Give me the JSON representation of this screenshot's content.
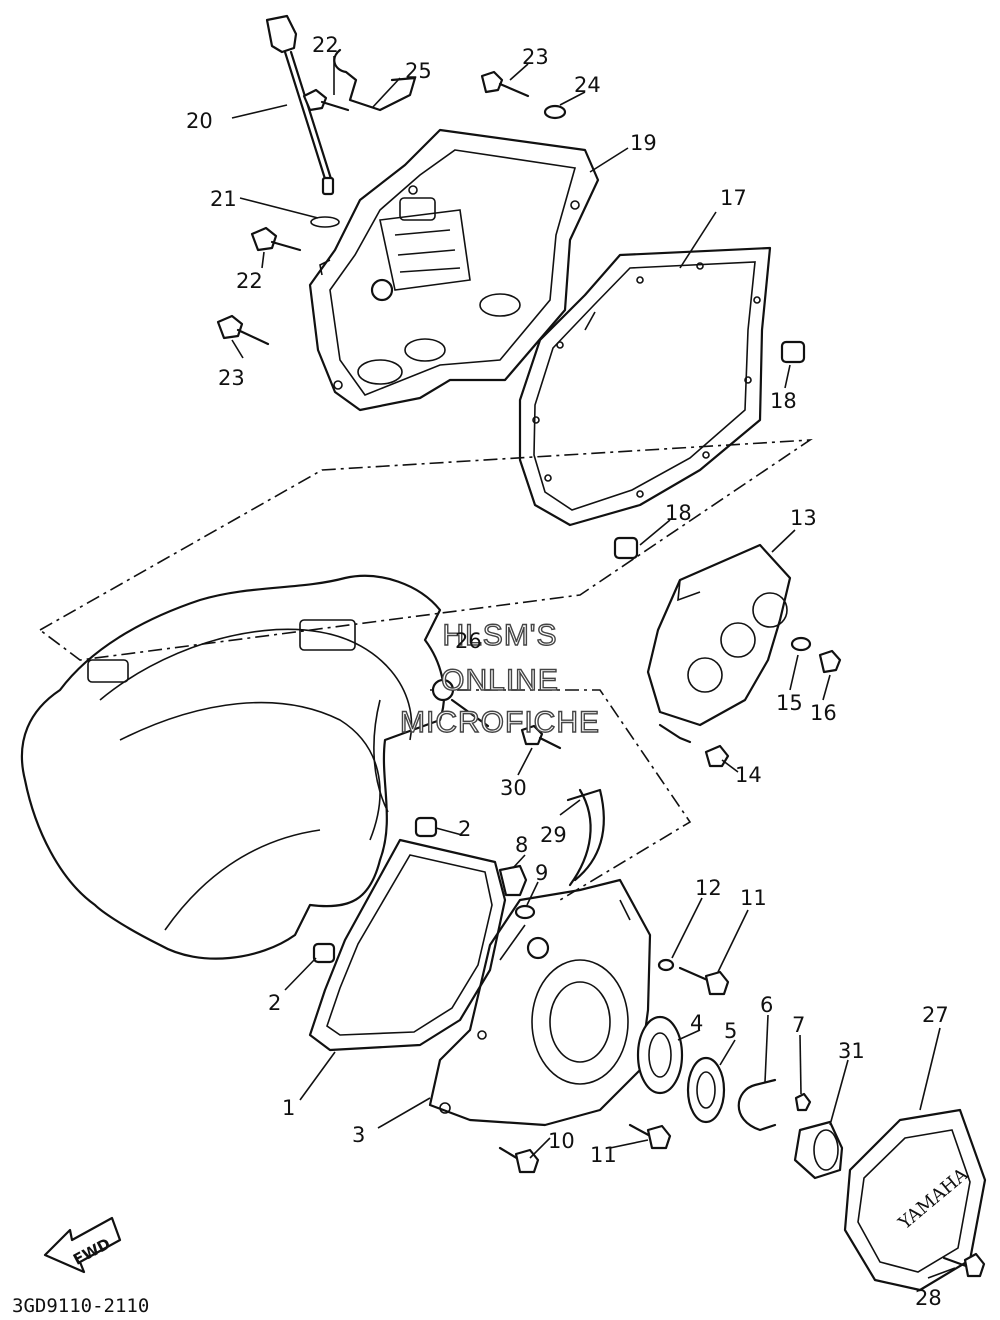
{
  "diagram": {
    "code": "3GD9110-2110",
    "fwd_label": "FWD",
    "brand_label": "YAMAHA",
    "watermark": [
      "HLSM'S",
      "ONLINE",
      "MICROFICHE"
    ],
    "callouts": {
      "c1": "1",
      "c2a": "2",
      "c2b": "2",
      "c3": "3",
      "c4": "4",
      "c5": "5",
      "c6": "6",
      "c7": "7",
      "c8": "8",
      "c9": "9",
      "c10": "10",
      "c11a": "11",
      "c11b": "11",
      "c12": "12",
      "c13": "13",
      "c14": "14",
      "c15": "15",
      "c16": "16",
      "c17": "17",
      "c18a": "18",
      "c18b": "18",
      "c19": "19",
      "c20": "20",
      "c21": "21",
      "c22a": "22",
      "c22b": "22",
      "c23a": "23",
      "c23b": "23",
      "c24": "24",
      "c25": "25",
      "c26": "26",
      "c27": "27",
      "c28": "28",
      "c29": "29",
      "c30": "30",
      "c31": "31"
    }
  }
}
